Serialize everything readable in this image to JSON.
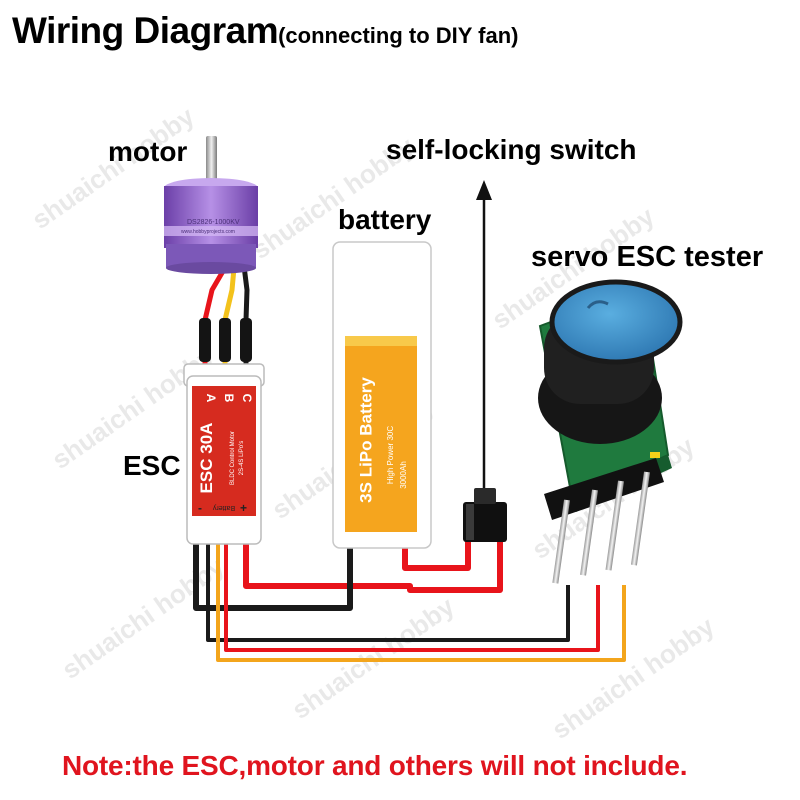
{
  "title": "Wiring Diagram",
  "subtitle": "(connecting to DIY fan)",
  "labels": {
    "motor": "motor",
    "switch": "self-locking switch",
    "battery": "battery",
    "tester": "servo ESC tester",
    "esc": "ESC"
  },
  "note": "Note:the ESC,motor and others will not include.",
  "esc_module": {
    "phase_a": "A",
    "phase_b": "B",
    "phase_c": "C",
    "name": "ESC 30A",
    "line1": "BLDC Control Motor",
    "line2": "2S-4S LiPo's",
    "minus": "-",
    "battery_text": "Battery",
    "plus": "+"
  },
  "motor_module": {
    "line1": "DS2826-1000KV",
    "line2": "www.hobbyprojects.com"
  },
  "battery_module": {
    "name": "3S LiPo Battery",
    "line1": "High Power 30C",
    "line2": "3000Ah"
  },
  "watermark": "shuaichi hobby",
  "colors": {
    "wire_red": "#e8141b",
    "wire_black": "#1a1a1a",
    "wire_yellow": "#f3a51c",
    "esc_red": "#d62b1f",
    "battery_label": "#f5a51e",
    "motor_purple": "#8a5cc7",
    "knob_blue": "#3f8fc9",
    "pcb_green": "#1f7a3e",
    "note_red": "#e0141e"
  }
}
